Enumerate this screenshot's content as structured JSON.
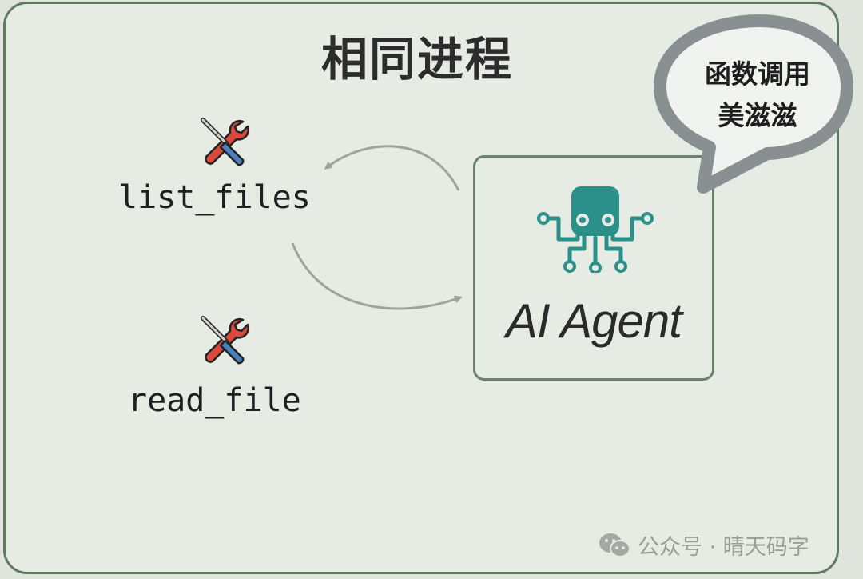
{
  "title": "相同进程",
  "tools": [
    {
      "name": "list_files",
      "icon": "tools-icon"
    },
    {
      "name": "read_file",
      "icon": "tools-icon"
    }
  ],
  "agent": {
    "label": "AI Agent",
    "icon": "octopus-agent-icon",
    "color": "#2b8f8a"
  },
  "bubble": {
    "line1": "函数调用",
    "line2": "美滋滋"
  },
  "watermark": {
    "icon": "wechat-icon",
    "text": "公众号 · 晴天码字"
  },
  "colors": {
    "frame": "#5f7a5f",
    "arrow": "#9ea39c",
    "bubble_border": "#8a8f92",
    "screwdriver": "#4a7fc0",
    "wrench": "#d94a3c"
  }
}
